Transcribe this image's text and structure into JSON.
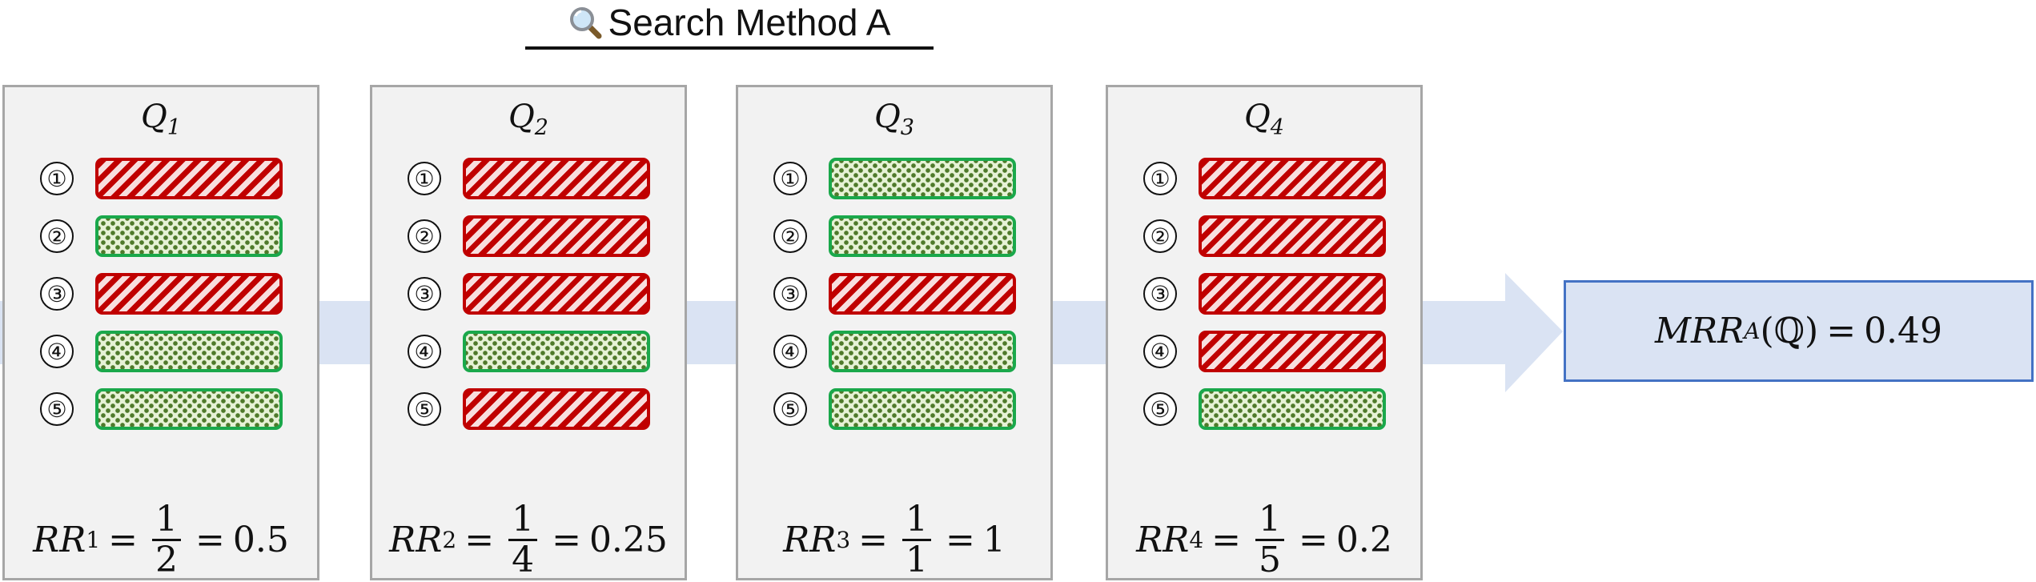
{
  "header": {
    "title": "Search Method A",
    "icon": "magnifier-icon"
  },
  "colors": {
    "irrelevant": "#c00000",
    "relevant": "#1aa84b",
    "arrow": "#dae3f3",
    "result_border": "#4472c4"
  },
  "legend_semantics": {
    "relevant": "green-dotted",
    "irrelevant": "red-striped"
  },
  "queries": [
    {
      "label": "Q",
      "sub": "1",
      "results": [
        {
          "rank": "①",
          "relevant": false
        },
        {
          "rank": "②",
          "relevant": true
        },
        {
          "rank": "③",
          "relevant": false
        },
        {
          "rank": "④",
          "relevant": true
        },
        {
          "rank": "⑤",
          "relevant": true
        }
      ],
      "rr": {
        "name": "RR",
        "sub": "1",
        "num": "1",
        "den": "2",
        "value": "0.5"
      }
    },
    {
      "label": "Q",
      "sub": "2",
      "results": [
        {
          "rank": "①",
          "relevant": false
        },
        {
          "rank": "②",
          "relevant": false
        },
        {
          "rank": "③",
          "relevant": false
        },
        {
          "rank": "④",
          "relevant": true
        },
        {
          "rank": "⑤",
          "relevant": false
        }
      ],
      "rr": {
        "name": "RR",
        "sub": "2",
        "num": "1",
        "den": "4",
        "value": "0.25"
      }
    },
    {
      "label": "Q",
      "sub": "3",
      "results": [
        {
          "rank": "①",
          "relevant": true
        },
        {
          "rank": "②",
          "relevant": true
        },
        {
          "rank": "③",
          "relevant": false
        },
        {
          "rank": "④",
          "relevant": true
        },
        {
          "rank": "⑤",
          "relevant": true
        }
      ],
      "rr": {
        "name": "RR",
        "sub": "3",
        "num": "1",
        "den": "1",
        "value": "1"
      }
    },
    {
      "label": "Q",
      "sub": "4",
      "results": [
        {
          "rank": "①",
          "relevant": false
        },
        {
          "rank": "②",
          "relevant": false
        },
        {
          "rank": "③",
          "relevant": false
        },
        {
          "rank": "④",
          "relevant": false
        },
        {
          "rank": "⑤",
          "relevant": true
        }
      ],
      "rr": {
        "name": "RR",
        "sub": "4",
        "num": "1",
        "den": "5",
        "value": "0.2"
      }
    }
  ],
  "result": {
    "name": "MRR",
    "sub": "A",
    "arg": "(ℚ)",
    "value": "0.49"
  }
}
